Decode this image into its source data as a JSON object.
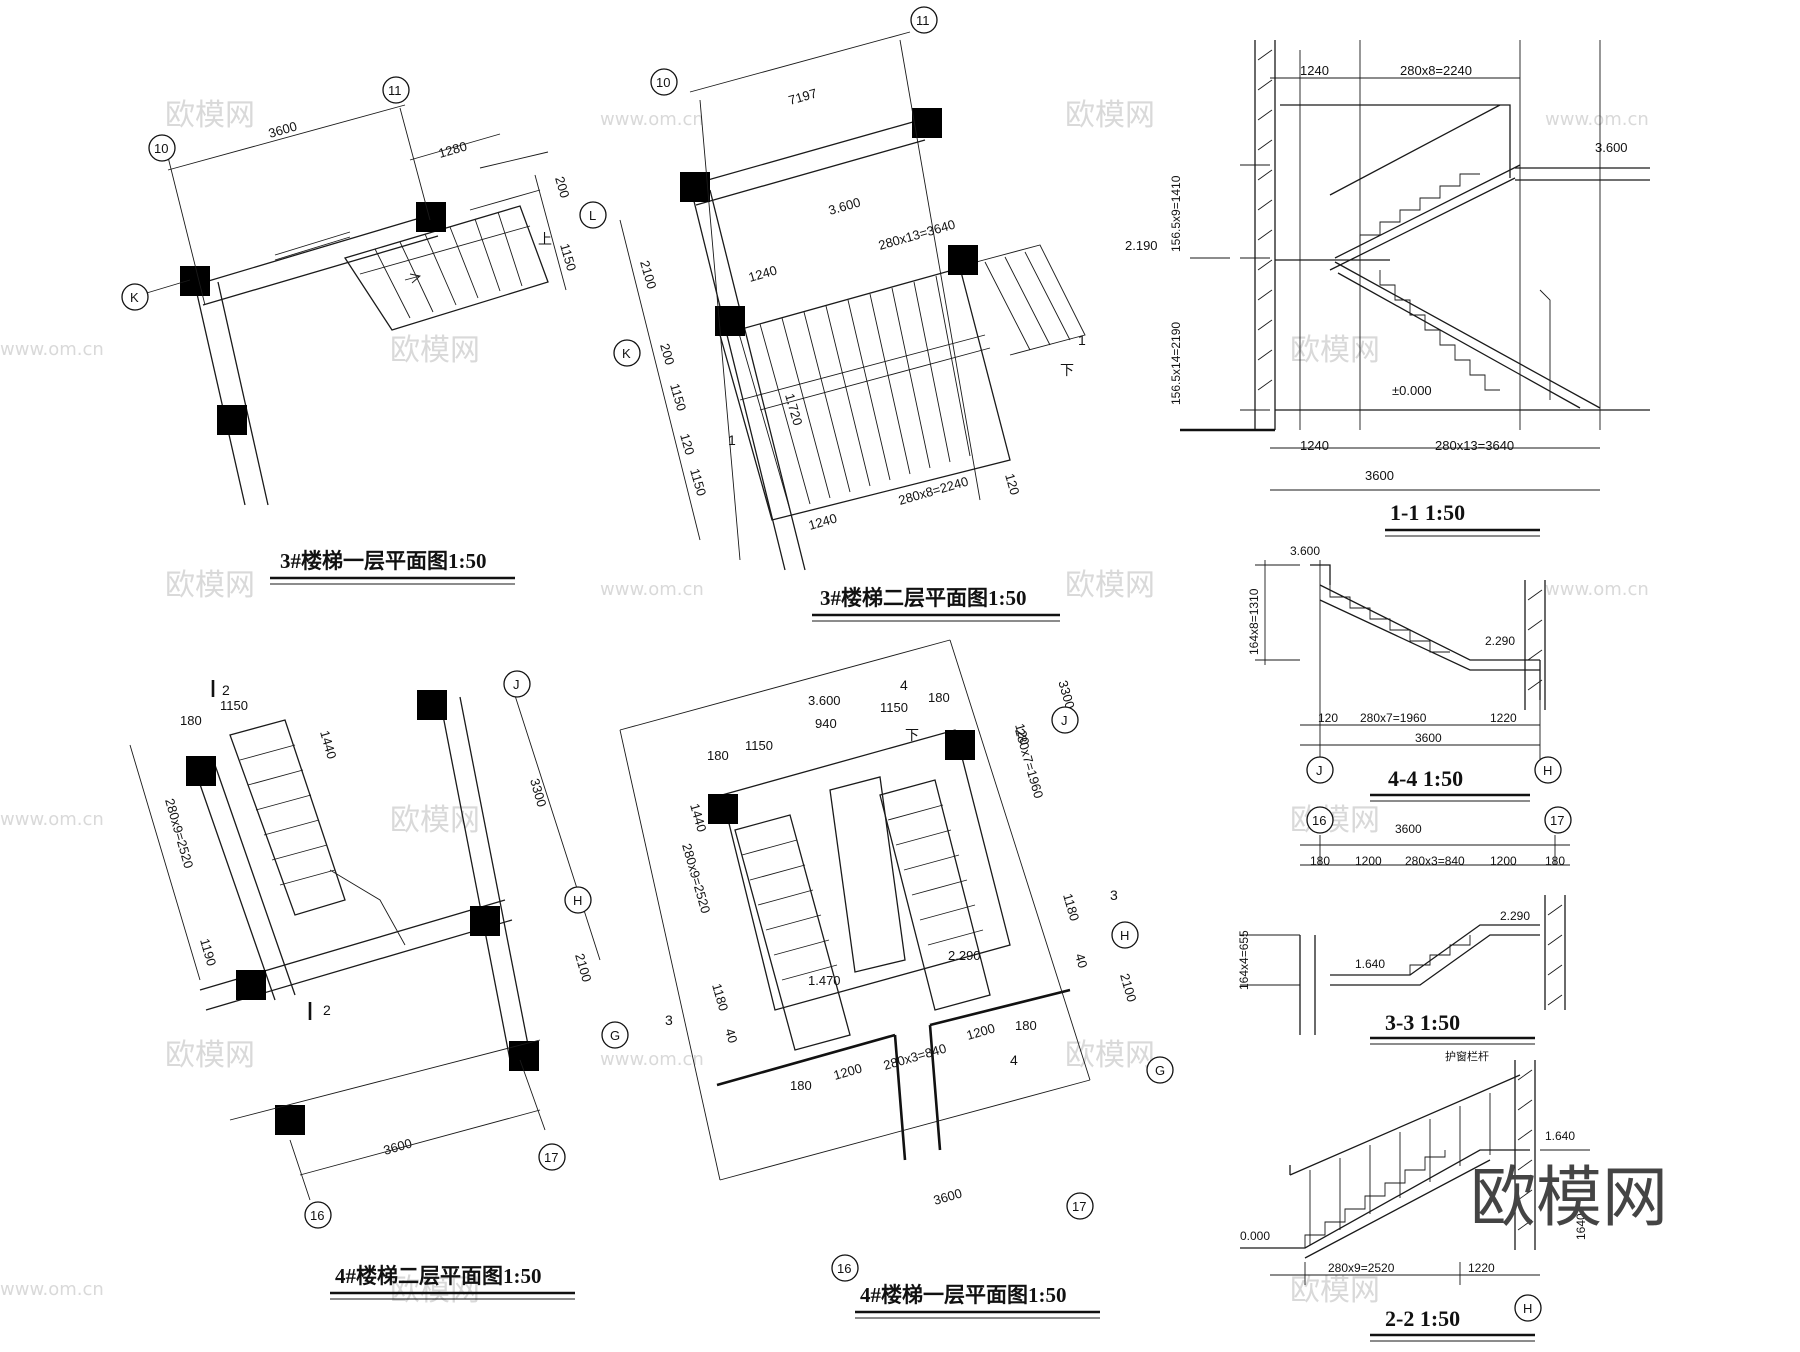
{
  "titles": {
    "plan_3_l1": "3#楼梯一层平面图1:50",
    "plan_3_l2": "3#楼梯二层平面图1:50",
    "plan_4_l2": "4#楼梯二层平面图1:50",
    "plan_4_l1": "4#楼梯一层平面图1:50",
    "sec_11": "1-1   1:50",
    "sec_44": "4-4   1:50",
    "sec_33": "3-3     1:50",
    "sec_22": "2-2   1:50"
  },
  "grid": {
    "g10": "10",
    "g11": "11",
    "gK": "K",
    "gL": "L",
    "gJ": "J",
    "gH": "H",
    "gG": "G",
    "g16": "16",
    "g17": "17"
  },
  "dims": {
    "d3600": "3600",
    "d1280": "1280",
    "d1150": "1150",
    "d200": "200",
    "d7197": "7197",
    "d2100": "2100",
    "d1240": "1240",
    "d280x13": "280x13=3640",
    "d280x8": "280x8=2240",
    "d120": "120",
    "d1440": "1440",
    "d180": "180",
    "d280x9": "280x9=2520",
    "d1190": "1190",
    "d3300": "3300",
    "d940": "940",
    "d280x7": "280x7=1960",
    "d1180": "1180",
    "d40": "40",
    "d1200": "1200",
    "d280x3": "280x3=840",
    "d156x9": "156.5x9=1410",
    "d156x14": "156.5x14=2190",
    "d164x8": "164x8=1310",
    "d164x4": "164x4=655",
    "d1640": "1640",
    "d1220": "1220",
    "d280x7b": "280x7=1960"
  },
  "levels": {
    "e3600": "3.600",
    "e1720": "1.720",
    "e2190": "2.190",
    "e0": "±0.000",
    "e2290": "2.290",
    "e1640": "1.640",
    "e1470": "1.470",
    "e000": "0.000"
  },
  "marks": {
    "one": "1",
    "two": "2",
    "three": "3",
    "four": "4",
    "up": "上",
    "down": "下"
  },
  "notes": {
    "rail": "护窗栏杆"
  },
  "watermark": {
    "brand": "欧模网",
    "url": "www.om.cn"
  }
}
